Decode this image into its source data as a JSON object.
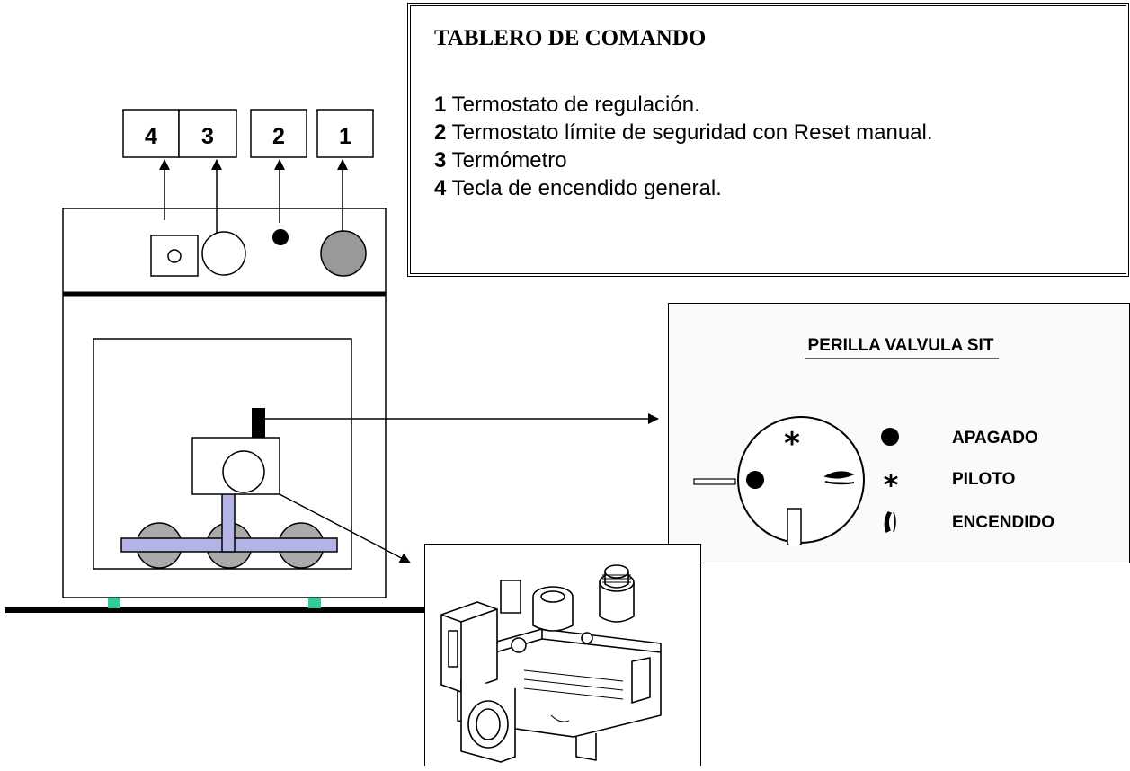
{
  "callouts": [
    {
      "id": "4",
      "label": "4"
    },
    {
      "id": "3",
      "label": "3"
    },
    {
      "id": "2",
      "label": "2"
    },
    {
      "id": "1",
      "label": "1"
    }
  ],
  "panel": {
    "title": "TABLERO DE COMANDO",
    "items": [
      {
        "num": "1",
        "text": " Termostato de regulación."
      },
      {
        "num": "2",
        "text": " Termostato límite de seguridad con Reset manual."
      },
      {
        "num": "3",
        "text": " Termómetro"
      },
      {
        "num": "4",
        "text": " Tecla de encendido general."
      }
    ]
  },
  "sit_knob": {
    "title": "PERILLA VALVULA SIT",
    "legend": [
      {
        "symbol": "dot",
        "label": "APAGADO"
      },
      {
        "symbol": "star",
        "label": "PILOTO"
      },
      {
        "symbol": "flame",
        "label": "ENCENDIDO"
      }
    ]
  },
  "colors": {
    "knob_gray": "#999999",
    "burner_gray": "#aaaaaa",
    "gas_pipe": "#b3b3e6",
    "feet": "#33cc99"
  }
}
